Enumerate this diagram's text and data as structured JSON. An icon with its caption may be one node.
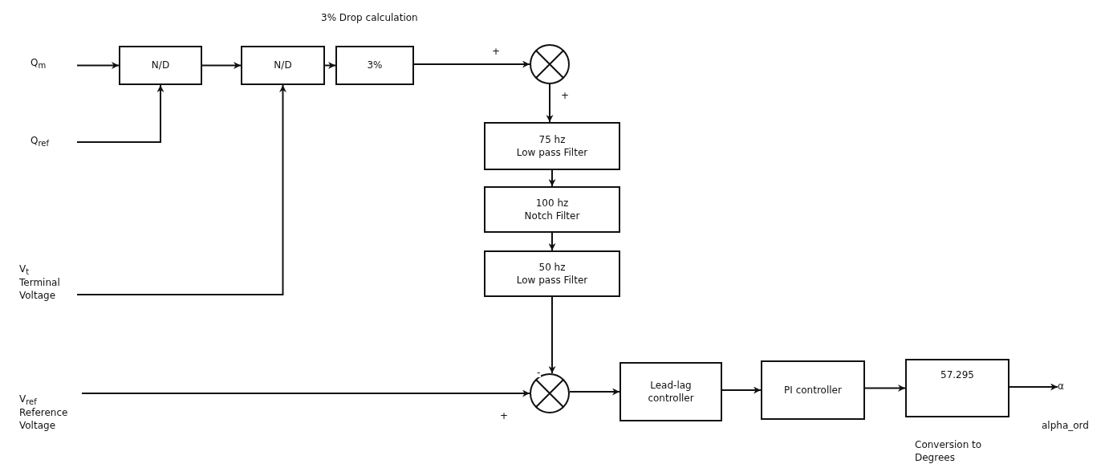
{
  "diagram": {
    "nodes": [
      {
        "text": [
          "Q$_{m}$"
        ]
      },
      {
        "text": [
          "Q$_{ref}$"
        ]
      },
      {
        "text": [
          "V$_{t}$",
          "Terminal Voltage"
        ]
      },
      {
        "text": [
          "V$_{ref}$",
          "Reference Voltage"
        ]
      },
      {
        "text": [
          "N/D"
        ]
      },
      {
        "text": [
          "N/D"
        ]
      },
      {
        "text": [
          "3%"
        ],
        "beside": [
          "3% Drop calculation"
        ]
      },
      {
        "text": [],
        "shape": "circle"
      },
      {
        "text": [
          "75 hz",
          "Low pass Filter"
        ]
      },
      {
        "text": [
          "100 hz",
          "Notch Filter"
        ]
      },
      {
        "text": [
          "50 hz",
          "Low pass Filter"
        ]
      },
      {
        "text": [],
        "shape": "circle"
      },
      {
        "text": [
          "Lead-lag controller"
        ]
      },
      {
        "text": [
          "PI controller"
        ]
      },
      {
        "text": [
          "57.295"
        ],
        "beside": [
          "Conversion to Degrees"
        ]
      },
      {
        "text": [
          "α"
        ],
        "beside": [
          "alpha_ord"
        ]
      }
    ],
    "edges": [
      {
        "from": 0,
        "to": 4,
        "arrow": "to"
      },
      {
        "from": 1,
        "to": 4,
        "arrow": "to"
      },
      {
        "from": 4,
        "to": 5,
        "arrow": "to"
      },
      {
        "from": 2,
        "to": 5,
        "arrow": "to"
      },
      {
        "from": 5,
        "to": 6,
        "arrow": "to"
      },
      {
        "from": 6,
        "to": 7,
        "arrow": "to",
        "label": "+"
      },
      {
        "from": 7,
        "to": 8,
        "arrow": "to",
        "label": "+"
      },
      {
        "from": 8,
        "to": 9,
        "arrow": "to"
      },
      {
        "from": 9,
        "to": 10,
        "arrow": "to"
      },
      {
        "from": 10,
        "to": 11,
        "arrow": "to",
        "label": "-"
      },
      {
        "from": 3,
        "to": 11,
        "arrow": "to",
        "label": "+"
      },
      {
        "from": 11,
        "to": 12,
        "arrow": "to"
      },
      {
        "from": 12,
        "to": 13,
        "arrow": "to"
      },
      {
        "from": 13,
        "to": 14,
        "arrow": "to"
      },
      {
        "from": 14,
        "to": 15,
        "arrow": "to"
      }
    ]
  }
}
